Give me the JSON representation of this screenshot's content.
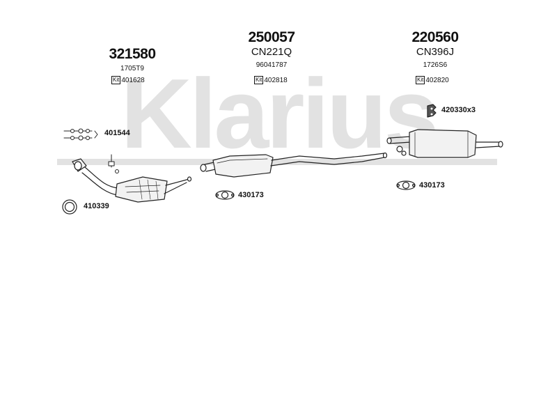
{
  "watermark": "Klarius",
  "groups": [
    {
      "main": "321580",
      "code": "",
      "sub": "1705T9",
      "kit_label": "Kit",
      "kit": "401628"
    },
    {
      "main": "250057",
      "code": "CN221Q",
      "sub": "96041787",
      "kit_label": "Kit",
      "kit": "402818"
    },
    {
      "main": "220560",
      "code": "CN396J",
      "sub": "1726S6",
      "kit_label": "Kit",
      "kit": "402820"
    }
  ],
  "parts": {
    "clamp_set": "401544",
    "ring_gasket": "410339",
    "gasket_middle": "430173",
    "gasket_rear": "430173",
    "rubber_mount": "420330x3"
  },
  "colors": {
    "watermark": "#e2e2e2",
    "ink": "#222222",
    "part_fill": "#f2f2f2"
  },
  "icons": [
    "catalytic-converter-icon",
    "middle-silencer-icon",
    "rear-silencer-icon",
    "clamp-icon",
    "ring-gasket-icon",
    "flange-gasket-icon",
    "rubber-mount-icon"
  ]
}
